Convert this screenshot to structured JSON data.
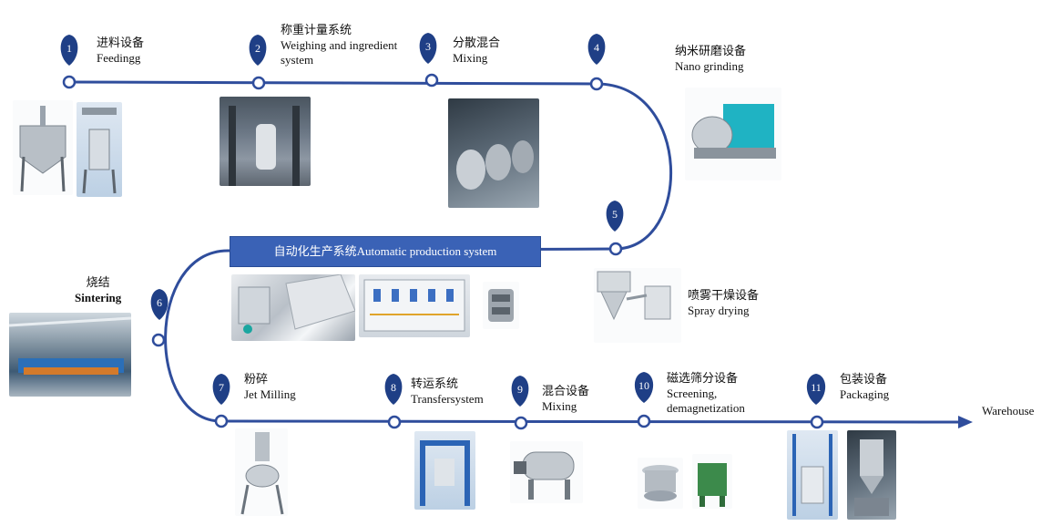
{
  "colors": {
    "accent": "#2f4d9c",
    "banner": "#3a62b6",
    "marker": "#1f3f86"
  },
  "steps": [
    {
      "num": "1",
      "cn": "进料设备",
      "en": "Feedingg"
    },
    {
      "num": "2",
      "cn": "称重计量系统",
      "en1": "Weighing and ingredient",
      "en2": "system"
    },
    {
      "num": "3",
      "cn": "分散混合",
      "en": "Mixing"
    },
    {
      "num": "4",
      "cn": "纳米研磨设备",
      "en": "Nano grinding"
    },
    {
      "num": "5",
      "cn": "喷雾干燥设备",
      "en": "Spray drying"
    },
    {
      "num": "6",
      "cn": "烧结",
      "en": "Sintering"
    },
    {
      "num": "7",
      "cn": "粉碎",
      "en": "Jet Milling"
    },
    {
      "num": "8",
      "cn": "转运系统",
      "en": "Transfersystem"
    },
    {
      "num": "9",
      "cn": "混合设备",
      "en": "Mixing"
    },
    {
      "num": "10",
      "cn": "磁选筛分设备",
      "en1": "Screening,",
      "en2": "demagnetization"
    },
    {
      "num": "11",
      "cn": "包装设备",
      "en": "Packaging"
    }
  ],
  "banner": "自动化生产系统Automatic production system",
  "end_label": "Warehouse"
}
